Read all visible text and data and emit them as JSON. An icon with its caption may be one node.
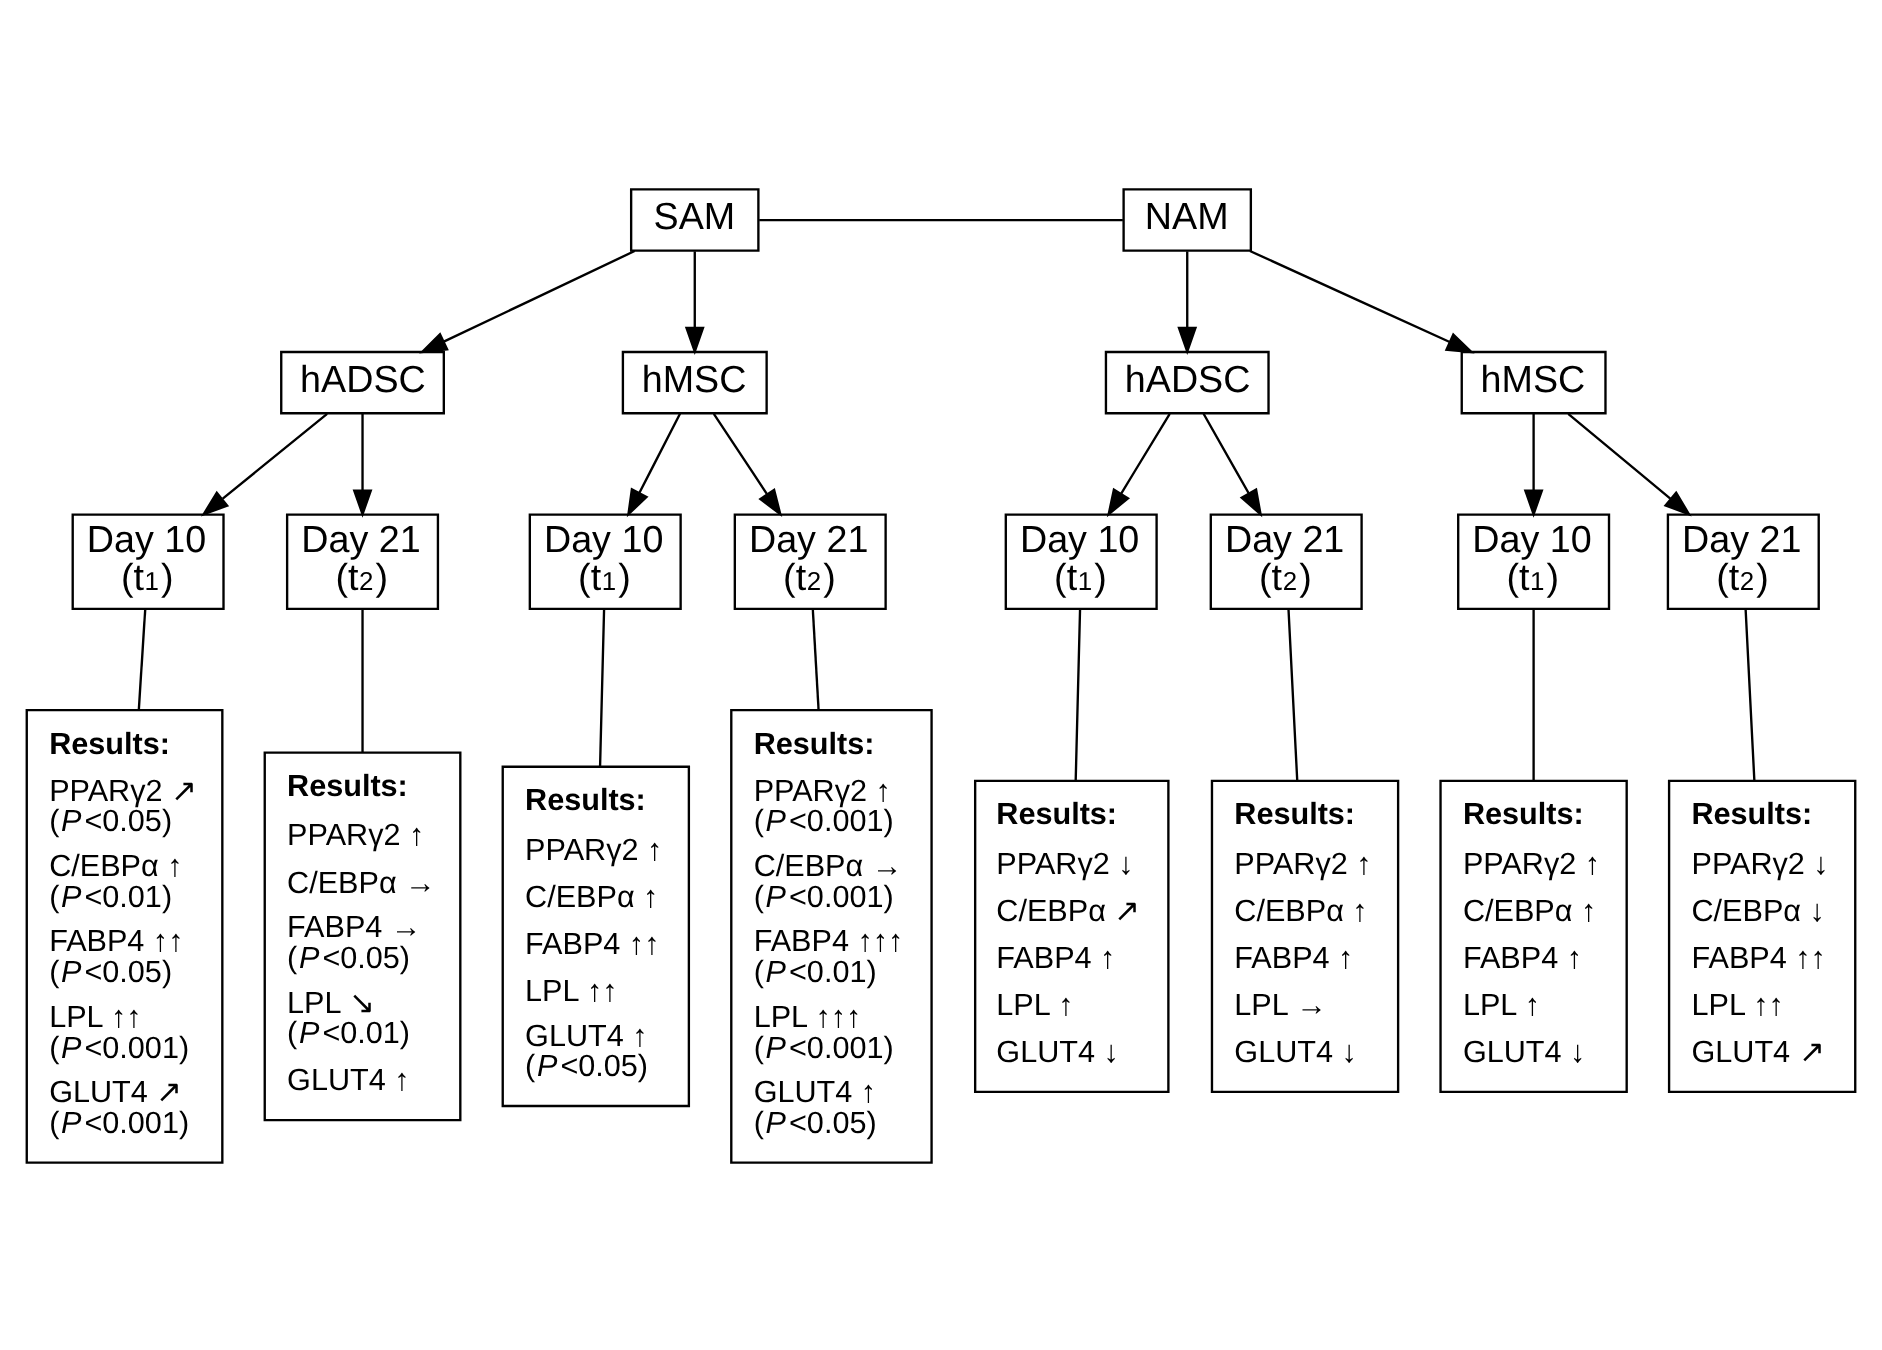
{
  "diagram": {
    "nodes": [
      {
        "text": [
          "SAM"
        ]
      },
      {
        "text": [
          "NAM"
        ]
      },
      {
        "text": [
          "hADSC"
        ]
      },
      {
        "text": [
          "hMSC"
        ]
      },
      {
        "text": [
          "hADSC"
        ]
      },
      {
        "text": [
          "hMSC"
        ]
      },
      {
        "text": [
          "Day 10 (t$_{1}$)"
        ]
      },
      {
        "text": [
          "Day 21 (t$_{2}$)"
        ]
      },
      {
        "text": [
          "Day 10 (t$_{1}$)"
        ]
      },
      {
        "text": [
          "Day 21 (t$_{2}$)"
        ]
      },
      {
        "text": [
          "Day 10 (t$_{1}$)"
        ]
      },
      {
        "text": [
          "Day 21 (t$_{2}$)"
        ]
      },
      {
        "text": [
          "Day 10 (t$_{1}$)"
        ]
      },
      {
        "text": [
          "Day 21 (t$_{2}$)"
        ]
      },
      {
        "text": [
          "Results:",
          "PPARγ2 ↗ (*P*<0.05)",
          "C/EBPα ↑ (*P*<0.01)",
          "FABP4 ↑↑ (*P*<0.05)",
          "LPL ↑↑ (*P*<0.001)",
          "GLUT4 ↗ (*P*<0.001)"
        ]
      },
      {
        "text": [
          "Results:",
          "PPARγ2 ↑",
          "C/EBPα →",
          "FABP4 → (*P*<0.05)",
          "LPL ↘ (*P*<0.01)",
          "GLUT4 ↑"
        ]
      },
      {
        "text": [
          "Results:",
          "PPARγ2 ↑",
          "C/EBPα ↑",
          "FABP4 ↑↑",
          "LPL ↑↑",
          "GLUT4 ↑ (*P*<0.05)"
        ]
      },
      {
        "text": [
          "Results:",
          "PPARγ2 ↑ (*P*<0.001)",
          "C/EBPα → (*P*<0.001)",
          "FABP4 ↑↑↑ (*P*<0.01)",
          "LPL ↑↑↑ (*P*<0.001)",
          "GLUT4 ↑ (*P*<0.05)"
        ]
      },
      {
        "text": [
          "Results:",
          "PPARγ2 ↓",
          "C/EBPα ↗",
          "FABP4 ↑",
          "LPL ↑",
          "GLUT4 ↓"
        ]
      },
      {
        "text": [
          "Results:",
          "PPARγ2 ↑",
          "C/EBPα ↑",
          "FABP4 ↑",
          "LPL →",
          "GLUT4 ↓"
        ]
      },
      {
        "text": [
          "Results:",
          "PPARγ2 ↑",
          "C/EBPα ↑",
          "FABP4 ↑",
          "LPL ↑",
          "GLUT4 ↓"
        ]
      },
      {
        "text": [
          "Results:",
          "PPARγ2 ↓",
          "C/EBPα ↓",
          "FABP4 ↑↑",
          "LPL ↑↑",
          "GLUT4 ↗"
        ]
      }
    ],
    "edges": [
      {
        "from": 0,
        "to": 1,
        "arrow": "none"
      },
      {
        "from": 0,
        "to": 2,
        "arrow": "to"
      },
      {
        "from": 0,
        "to": 3,
        "arrow": "to"
      },
      {
        "from": 1,
        "to": 4,
        "arrow": "to"
      },
      {
        "from": 1,
        "to": 5,
        "arrow": "to"
      },
      {
        "from": 2,
        "to": 6,
        "arrow": "to"
      },
      {
        "from": 2,
        "to": 7,
        "arrow": "to"
      },
      {
        "from": 3,
        "to": 8,
        "arrow": "to"
      },
      {
        "from": 3,
        "to": 9,
        "arrow": "to"
      },
      {
        "from": 4,
        "to": 10,
        "arrow": "to"
      },
      {
        "from": 4,
        "to": 11,
        "arrow": "to"
      },
      {
        "from": 5,
        "to": 12,
        "arrow": "to"
      },
      {
        "from": 5,
        "to": 13,
        "arrow": "to"
      },
      {
        "from": 6,
        "to": 14,
        "arrow": "none"
      },
      {
        "from": 7,
        "to": 15,
        "arrow": "none"
      },
      {
        "from": 8,
        "to": 16,
        "arrow": "none"
      },
      {
        "from": 9,
        "to": 17,
        "arrow": "none"
      },
      {
        "from": 10,
        "to": 18,
        "arrow": "none"
      },
      {
        "from": 11,
        "to": 19,
        "arrow": "none"
      },
      {
        "from": 12,
        "to": 20,
        "arrow": "none"
      },
      {
        "from": 13,
        "to": 21,
        "arrow": "none"
      }
    ]
  }
}
